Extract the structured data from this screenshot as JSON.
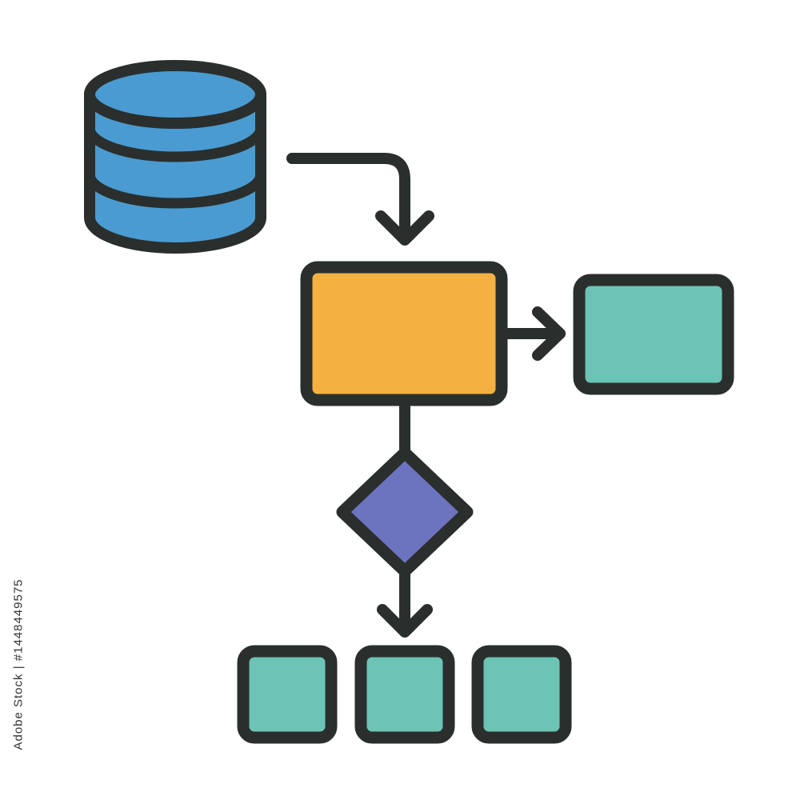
{
  "colors": {
    "outline": "#2a2f2d",
    "database_fill": "#4a9bd1",
    "process_fill": "#f4b142",
    "output_fill": "#6cc4b4",
    "decision_fill": "#6c74c0",
    "background": "#ffffff"
  },
  "icons": {
    "database": "database-cylinder-icon",
    "process": "process-rectangle",
    "decision": "decision-diamond",
    "output": "output-rectangle"
  },
  "side_label": "Adobe Stock | #1448449575"
}
